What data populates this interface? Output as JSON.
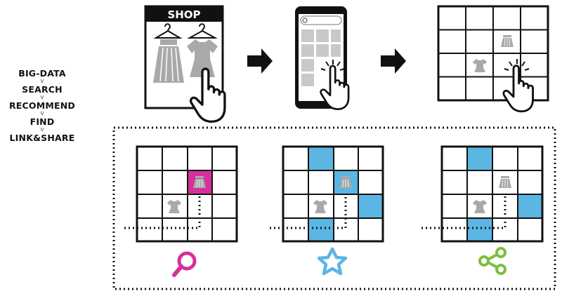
{
  "steps": [
    "BIG-DATA",
    "SEARCH",
    "RECOMMEND",
    "FIND",
    "LINK&SHARE"
  ],
  "step_separator": "v",
  "shop_sign": "SHOP",
  "icons": {
    "search": "magnifier-icon",
    "recommend": "star-icon",
    "share": "share-icon"
  },
  "colors": {
    "magenta": "#d6309b",
    "blue": "#5bb6e4",
    "green": "#7cbf40",
    "gray": "#a9a9a9",
    "dark": "#111111"
  }
}
